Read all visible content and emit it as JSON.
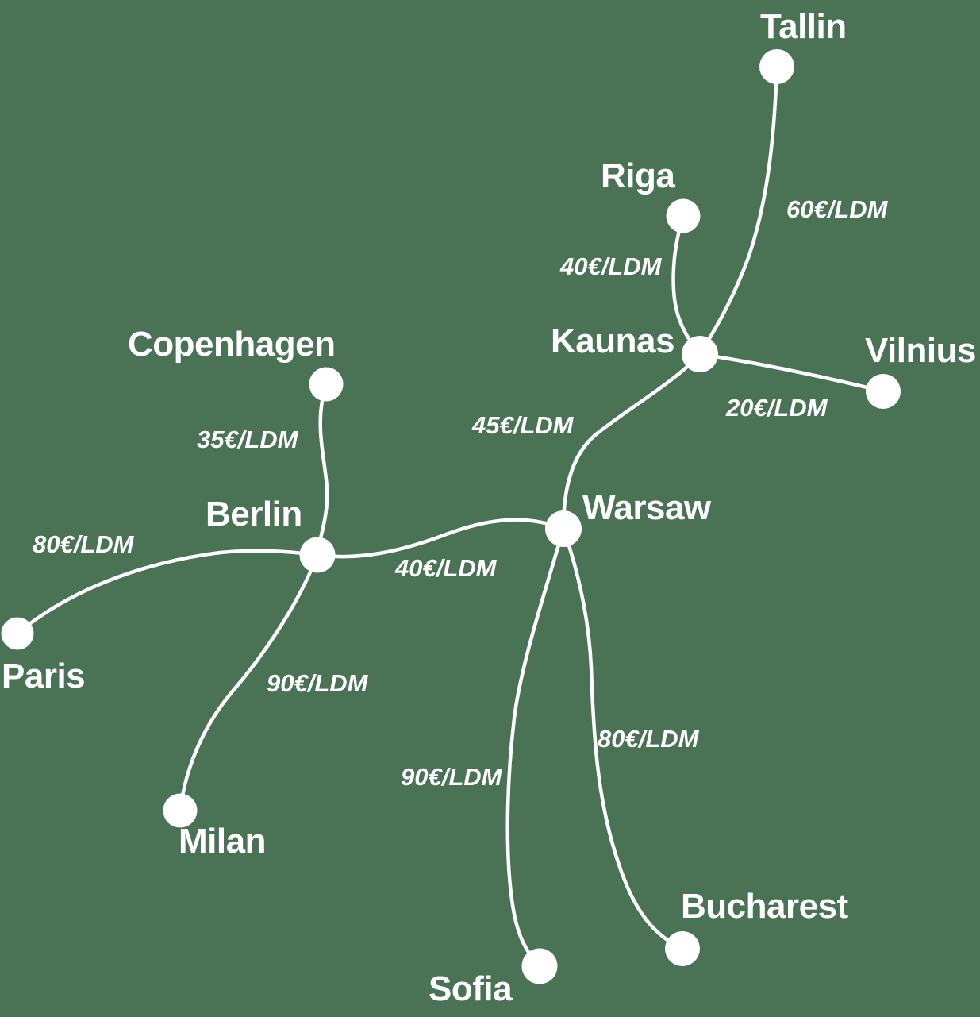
{
  "colors": {
    "background": "#4A7355",
    "foreground": "#FFFFFF"
  },
  "diagram": {
    "type": "route-price-network",
    "unit": "EUR per loading metre (€/LDM)",
    "cities": {
      "tallin": {
        "label": "Tallin"
      },
      "riga": {
        "label": "Riga"
      },
      "vilnius": {
        "label": "Vilnius"
      },
      "kaunas": {
        "label": "Kaunas"
      },
      "warsaw": {
        "label": "Warsaw"
      },
      "copenhagen": {
        "label": "Copenhagen"
      },
      "berlin": {
        "label": "Berlin"
      },
      "paris": {
        "label": "Paris"
      },
      "milan": {
        "label": "Milan"
      },
      "sofia": {
        "label": "Sofia"
      },
      "bucharest": {
        "label": "Bucharest"
      }
    },
    "routes": {
      "kaunas_tallin": {
        "from": "Kaunas",
        "to": "Tallin",
        "price": "60€/LDM",
        "price_value": 60
      },
      "kaunas_riga": {
        "from": "Kaunas",
        "to": "Riga",
        "price": "40€/LDM",
        "price_value": 40
      },
      "kaunas_vilnius": {
        "from": "Kaunas",
        "to": "Vilnius",
        "price": "20€/LDM",
        "price_value": 20
      },
      "warsaw_kaunas": {
        "from": "Warsaw",
        "to": "Kaunas",
        "price": "45€/LDM",
        "price_value": 45
      },
      "warsaw_berlin": {
        "from": "Warsaw",
        "to": "Berlin",
        "price": "40€/LDM",
        "price_value": 40
      },
      "berlin_copenhagen": {
        "from": "Berlin",
        "to": "Copenhagen",
        "price": "35€/LDM",
        "price_value": 35
      },
      "berlin_paris": {
        "from": "Berlin",
        "to": "Paris",
        "price": "80€/LDM",
        "price_value": 80
      },
      "berlin_milan": {
        "from": "Berlin",
        "to": "Milan",
        "price": "90€/LDM",
        "price_value": 90
      },
      "warsaw_sofia": {
        "from": "Warsaw",
        "to": "Sofia",
        "price": "90€/LDM",
        "price_value": 90
      },
      "warsaw_bucharest": {
        "from": "Warsaw",
        "to": "Bucharest",
        "price": "80€/LDM",
        "price_value": 80
      }
    }
  }
}
